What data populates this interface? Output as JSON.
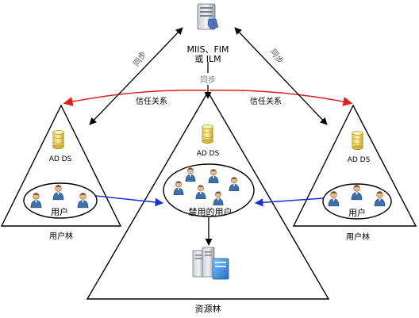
{
  "server": {
    "line1": "MIIS、FIM",
    "line2": "或 ILM",
    "sync_label": "同步"
  },
  "sync_left": "同步",
  "sync_right": "同步",
  "trust_left": "信任关系",
  "trust_right": "信任关系",
  "left_forest": {
    "ad_ds": "AD DS",
    "users": "用户",
    "forest_name": "用户林"
  },
  "right_forest": {
    "ad_ds": "AD DS",
    "users": "用户",
    "forest_name": "用户林"
  },
  "resource_forest": {
    "ad_ds": "AD DS",
    "disabled_users": "禁用的用户",
    "forest_name": "资源林"
  },
  "colors": {
    "trust": "#e02020",
    "sync_arrow": "#000000",
    "user_link": "#1a2fd6"
  }
}
